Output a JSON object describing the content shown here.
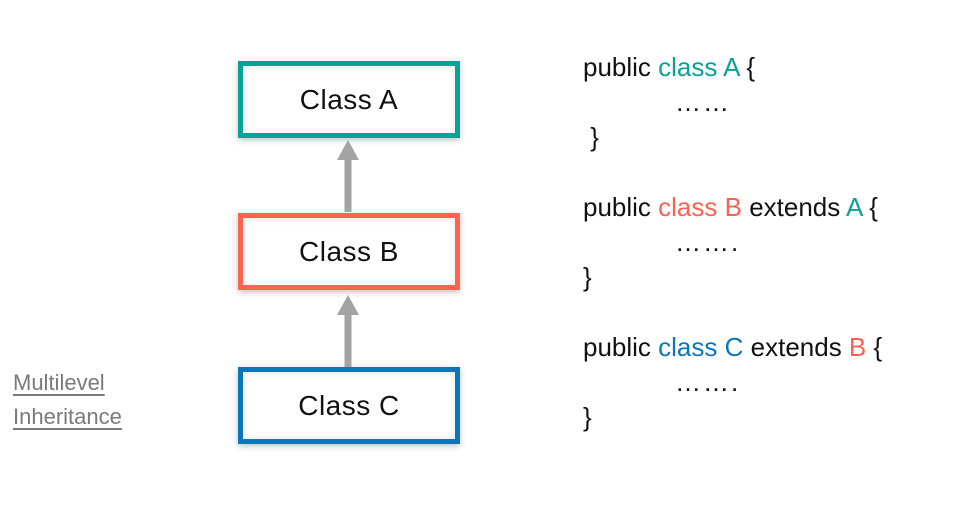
{
  "caption": {
    "line1": "Multilevel",
    "line2": "Inheritance",
    "color": "#7a7a7a"
  },
  "colors": {
    "teal": "#0aa296",
    "coral": "#fa6450",
    "blue": "#0c76bb",
    "arrow": "#a3a3a3",
    "text": "#111111",
    "caption": "#7a7a7a"
  },
  "diagram": {
    "boxes": [
      {
        "label": "Class A",
        "border": "#0aa296"
      },
      {
        "label": "Class B",
        "border": "#fa6450"
      },
      {
        "label": "Class C",
        "border": "#0c76bb"
      }
    ],
    "arrows": [
      {
        "from": "Class B",
        "to": "Class A"
      },
      {
        "from": "Class C",
        "to": "Class B"
      }
    ]
  },
  "code": {
    "blocks": [
      {
        "segments": [
          {
            "text": "public ",
            "color": "#111111"
          },
          {
            "text": "class A",
            "color": "#0aa296"
          },
          {
            "text": " {",
            "color": "#111111"
          }
        ],
        "body": "……",
        "close": " }"
      },
      {
        "segments": [
          {
            "text": "public ",
            "color": "#111111"
          },
          {
            "text": "class B",
            "color": "#fa6450"
          },
          {
            "text": " extends ",
            "color": "#111111"
          },
          {
            "text": "A",
            "color": "#0aa296"
          },
          {
            "text": " {",
            "color": "#111111"
          }
        ],
        "body": "…….",
        "close": "}"
      },
      {
        "segments": [
          {
            "text": "public ",
            "color": "#111111"
          },
          {
            "text": "class C",
            "color": "#0c76bb"
          },
          {
            "text": " extends ",
            "color": "#111111"
          },
          {
            "text": "B",
            "color": "#fa6450"
          },
          {
            "text": " {",
            "color": "#111111"
          }
        ],
        "body": "…….",
        "close": "}"
      }
    ]
  }
}
